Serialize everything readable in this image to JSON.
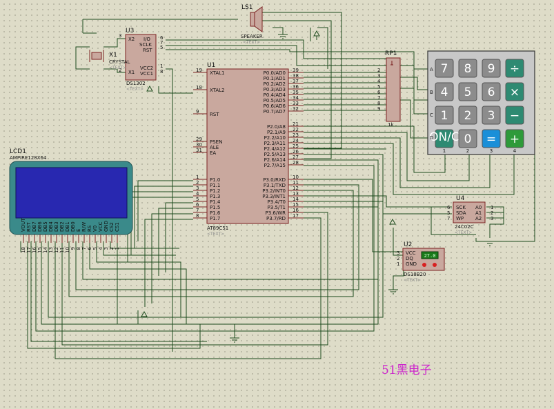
{
  "title": "51黑电子",
  "components": {
    "speaker": {
      "ref": "LS1",
      "name": "SPEAKER",
      "hint": "<TEXT>"
    },
    "rtc": {
      "ref": "U3",
      "name": "DS1302",
      "hint": "<TEXT>",
      "pins": [
        "X2",
        "I/O",
        "SCLK",
        "RST",
        "X1",
        "VCC2",
        "VCC1"
      ],
      "pin_nums": [
        "3",
        "6",
        "7",
        "5",
        "2",
        "1",
        "8"
      ]
    },
    "crystal": {
      "ref": "X1",
      "name": "CRYSTAL",
      "hint": "<TEXT>"
    },
    "mcu": {
      "ref": "U1",
      "name": "AT89C51",
      "hint": "<TEXT>",
      "left_pins": [
        "XTAL1",
        "XTAL2",
        "RST",
        "PSEN",
        "ALE",
        "EA",
        "P1.0",
        "P1.1",
        "P1.2",
        "P1.3",
        "P1.4",
        "P1.5",
        "P1.6",
        "P1.7"
      ],
      "left_nums": [
        "19",
        "18",
        "9",
        "29",
        "30",
        "31",
        "1",
        "2",
        "3",
        "4",
        "5",
        "6",
        "7",
        "8"
      ],
      "right_pins": [
        "P0.0/AD0",
        "P0.1/AD1",
        "P0.2/AD2",
        "P0.3/AD3",
        "P0.4/AD4",
        "P0.5/AD5",
        "P0.6/AD6",
        "P0.7/AD7",
        "P2.0/A8",
        "P2.1/A9",
        "P2.2/A10",
        "P2.3/A11",
        "P2.4/A12",
        "P2.5/A13",
        "P2.6/A14",
        "P2.7/A15",
        "P3.0/RXD",
        "P3.1/TXD",
        "P3.2/INT0",
        "P3.3/INT1",
        "P3.4/T0",
        "P3.5/T1",
        "P3.6/WR",
        "P3.7/RD"
      ],
      "right_nums": [
        "39",
        "38",
        "37",
        "36",
        "35",
        "34",
        "33",
        "32",
        "21",
        "22",
        "23",
        "24",
        "25",
        "26",
        "27",
        "28",
        "10",
        "11",
        "12",
        "13",
        "14",
        "15",
        "16",
        "17"
      ]
    },
    "lcd": {
      "ref": "LCD1",
      "name": "AMPIRE128X64",
      "pins": [
        "CS1",
        "CS2",
        "GND",
        "VCC",
        "V0",
        "RS",
        "R/W",
        "E",
        "DB0",
        "DB1",
        "DB2",
        "DB3",
        "DB4",
        "DB5",
        "DB6",
        "DB7",
        "RST",
        "VOUT"
      ],
      "nums": [
        "1",
        "2",
        "3",
        "4",
        "5",
        "6",
        "7",
        "8",
        "9",
        "10",
        "11",
        "12",
        "13",
        "14",
        "15",
        "16",
        "17",
        "18"
      ]
    },
    "rpack": {
      "ref": "RP1",
      "tail": "1k",
      "nums": [
        "2",
        "3",
        "4",
        "5",
        "6",
        "7",
        "8",
        "9"
      ]
    },
    "keypad": {
      "rows": [
        "A",
        "B",
        "C",
        "D"
      ],
      "cols": [
        "1",
        "2",
        "3",
        "4"
      ],
      "keys": [
        "7",
        "8",
        "9",
        "÷",
        "4",
        "5",
        "6",
        "×",
        "1",
        "2",
        "3",
        "−",
        "ON/C",
        "0",
        "=",
        "+"
      ]
    },
    "eeprom": {
      "ref": "U4",
      "name": "24C02C",
      "hint": "<TEXT>",
      "pins": [
        "SCK",
        "SDA",
        "WP",
        "A0",
        "A1",
        "A2"
      ],
      "nums": [
        "6",
        "5",
        "7",
        "1",
        "2",
        "3"
      ]
    },
    "sensor": {
      "ref": "U2",
      "name": "DS18B20",
      "hint": "<TEXT>",
      "pins": [
        "VCC",
        "DQ",
        "GND"
      ],
      "nums": [
        "3",
        "2",
        "1"
      ],
      "reading": "27.0"
    }
  },
  "colors": {
    "background": "#dedcc8",
    "wire": "#1c4a1c",
    "body": "#c9a89e",
    "outline": "#7a2020",
    "lcd_screen": "#2828b0",
    "lcd_frame": "#3a8a8a",
    "key_gray": "#8c8c8c",
    "key_teal": "#2e8a72",
    "key_blue": "#1a8fd8",
    "key_green": "#2e9a3a",
    "title": "#cc22cc"
  }
}
